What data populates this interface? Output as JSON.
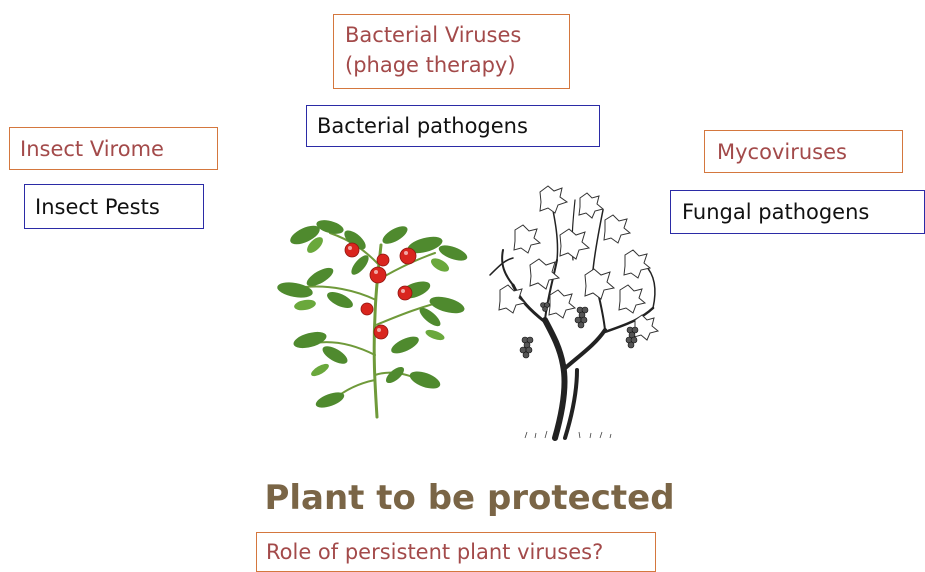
{
  "labels": {
    "bacterial_viruses_line1": "Bacterial Viruses",
    "bacterial_viruses_line2": "(phage therapy)",
    "bacterial_pathogens": "Bacterial pathogens",
    "insect_virome": "Insect Virome",
    "insect_pests": "Insect Pests",
    "mycoviruses": "Mycoviruses",
    "fungal_pathogens": "Fungal pathogens"
  },
  "title": "Plant to be protected",
  "question": "Role of persistent plant  viruses?",
  "colors": {
    "box_border_orange": "#d4773e",
    "box_text_virus": "#a34a4a",
    "box_border_blue": "#2b2ba6",
    "title_color": "#7a6546"
  },
  "illustrations": [
    "tomato-plant",
    "grape-vine"
  ]
}
